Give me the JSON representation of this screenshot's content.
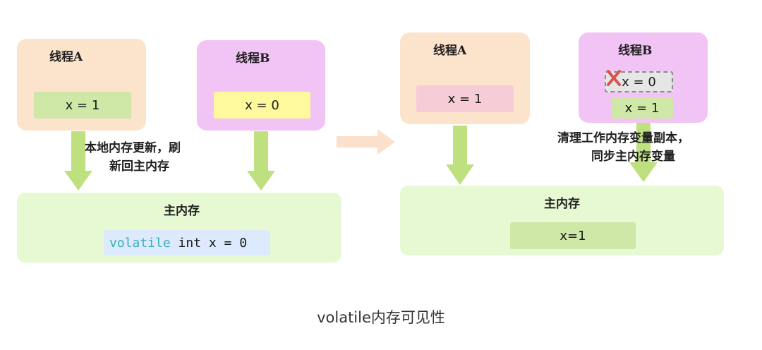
{
  "colors": {
    "thread_a_bg": "#fbe3cc",
    "thread_b_bg": "#f2c4f5",
    "main_memory_bg": "#e7f9d3",
    "arrow_green": "#bfe07f",
    "arrow_peach": "#fbe1cb",
    "invalid_mark": "#d9534f"
  },
  "left": {
    "thread_a": {
      "title": "线程A",
      "value": "x = 1"
    },
    "thread_b": {
      "title": "线程B",
      "value": "x = 0"
    },
    "note_line1": "本地内存更新，刷",
    "note_line2": "新回主内存",
    "main_memory": {
      "title": "主内存",
      "code_keyword": "volatile",
      "code_rest": " int x = 0"
    }
  },
  "right": {
    "thread_a": {
      "title": "线程A",
      "value": "x = 1"
    },
    "thread_b": {
      "title": "线程B",
      "stale_value": "x = 0",
      "new_value": "x = 1",
      "invalid_icon": "x-mark-icon"
    },
    "note_line1": "清理工作内存变量副本，",
    "note_line2": "同步主内存变量",
    "main_memory": {
      "title": "主内存",
      "value": "x=1"
    }
  },
  "caption": "volatile内存可见性"
}
